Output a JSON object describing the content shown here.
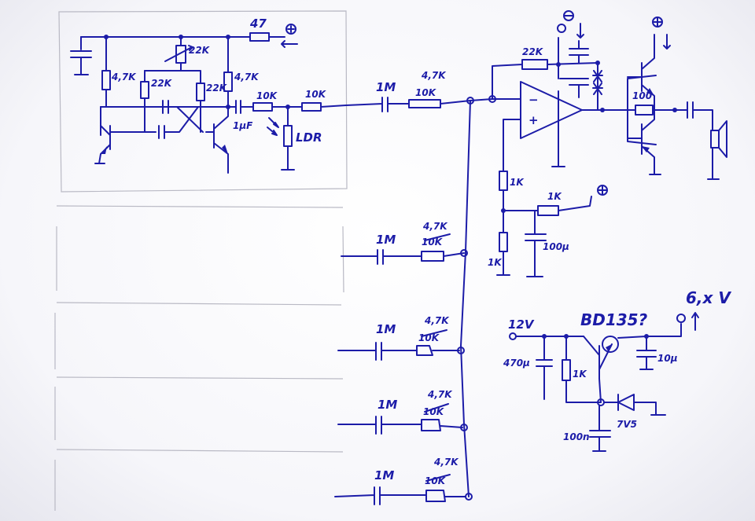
{
  "labels": {
    "osc_r_supply": "47",
    "osc_r_timing": "22K",
    "osc_r_pullup": "4,7K",
    "osc_r_base1": "22K",
    "osc_r_base2": "22K",
    "osc_r_collector": "4,7K",
    "osc_cap": "1µF",
    "osc_r_out1": "10K",
    "osc_r_out2": "10K",
    "ldr": "LDR",
    "ch1_cap": "1M",
    "ch1_res": "4,7K",
    "ch1_res_old": "10K",
    "ch2_cap": "1M",
    "ch2_res": "4,7K",
    "ch2_res_old": "10K",
    "ch3_cap": "1M",
    "ch3_res": "4,7K",
    "ch3_res_old": "10K",
    "ch4_cap": "1M",
    "ch4_res": "4,7K",
    "ch4_res_old": "10K",
    "ch5_cap": "1M",
    "ch5_res": "4,7K",
    "ch5_res_old": "10K",
    "amp_feedback": "22K",
    "amp_minus": "−",
    "amp_plus": "+",
    "amp_r_bias": "1K",
    "amp_r_plus": "1K",
    "amp_r_gnd": "1K",
    "amp_cap_bias": "100µ",
    "out_r_emitter": "100",
    "reg_in": "12V",
    "reg_cap_in": "470µ",
    "reg_r": "1K",
    "reg_transistor": "BD135?",
    "reg_out": "6,x V",
    "reg_cap_out": "10µ",
    "reg_zener": "7V5",
    "reg_cap_base": "100n"
  },
  "colors": {
    "ink": "#1c1ca8",
    "paper": "#fbfbfd",
    "frame": "#b9b9c4"
  }
}
